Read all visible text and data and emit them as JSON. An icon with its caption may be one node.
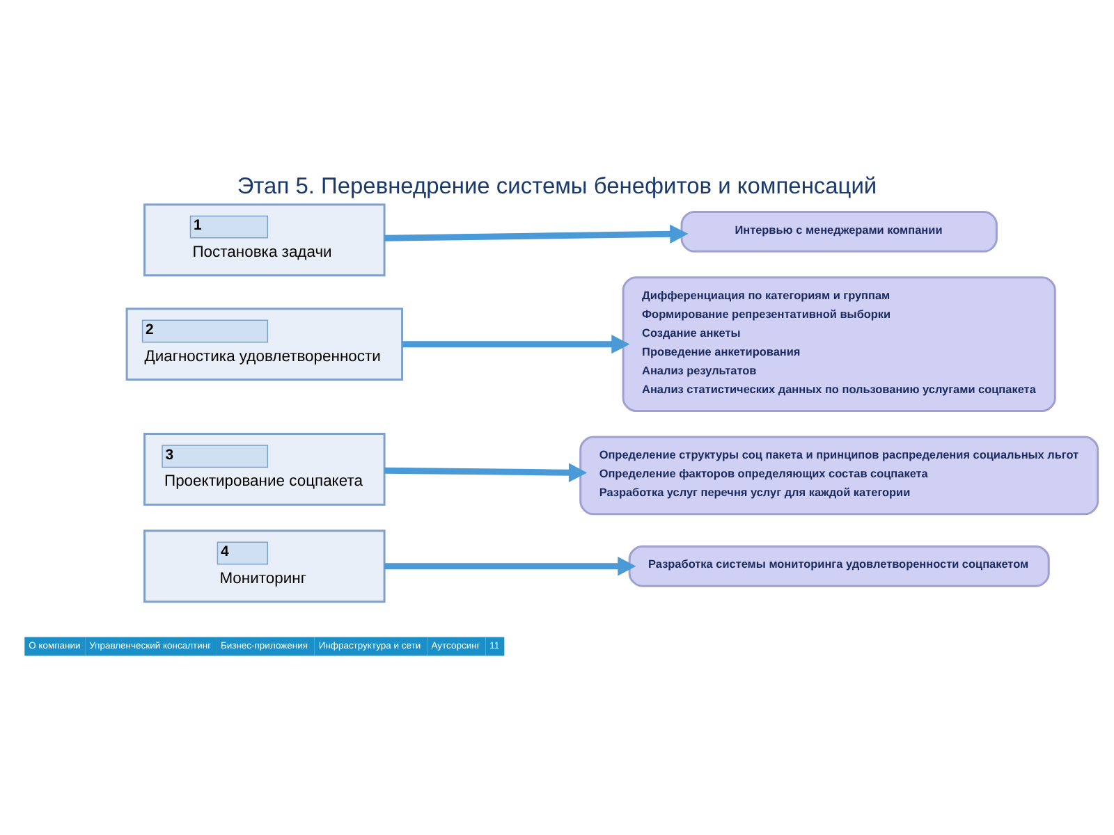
{
  "diagram": {
    "title": "Этап 5. Перевнедрение системы бенефитов и компенсаций",
    "nodes": [
      {
        "text": [
          "1",
          "Постановка задачи"
        ]
      },
      {
        "text": [
          "Интервью с менеджерами компании"
        ]
      },
      {
        "text": [
          "2",
          "Диагностика удовлетворенности"
        ]
      },
      {
        "text": [
          "Дифференциация по категориям и группам",
          "Формирование репрезентативной выборки",
          "Создание анкеты",
          "Проведение анкетирования",
          "Анализ результатов",
          "Анализ статистических данных по пользованию услугами соцпакета"
        ]
      },
      {
        "text": [
          "3",
          "Проектирование соцпакета"
        ]
      },
      {
        "text": [
          "Определение структуры соц пакета и принципов распределения социальных льгот",
          "Определение факторов определяющих состав соцпакета",
          "Разработка услуг перечня услуг для каждой категории"
        ]
      },
      {
        "text": [
          "4",
          "Мониторинг"
        ]
      },
      {
        "text": [
          "Разработка системы мониторинга удовлетворенности соцпакетом"
        ]
      }
    ],
    "edges": [
      {
        "from": 0,
        "to": 1,
        "arrow": "to"
      },
      {
        "from": 2,
        "to": 3,
        "arrow": "to"
      },
      {
        "from": 4,
        "to": 5,
        "arrow": "to"
      },
      {
        "from": 6,
        "to": 7,
        "arrow": "to"
      }
    ],
    "labels": [
      "О компании",
      "Управленческий консалтинг",
      "Бизнес-приложения",
      "Инфраструктура и сети",
      "Аутсорсинг",
      "11"
    ]
  }
}
